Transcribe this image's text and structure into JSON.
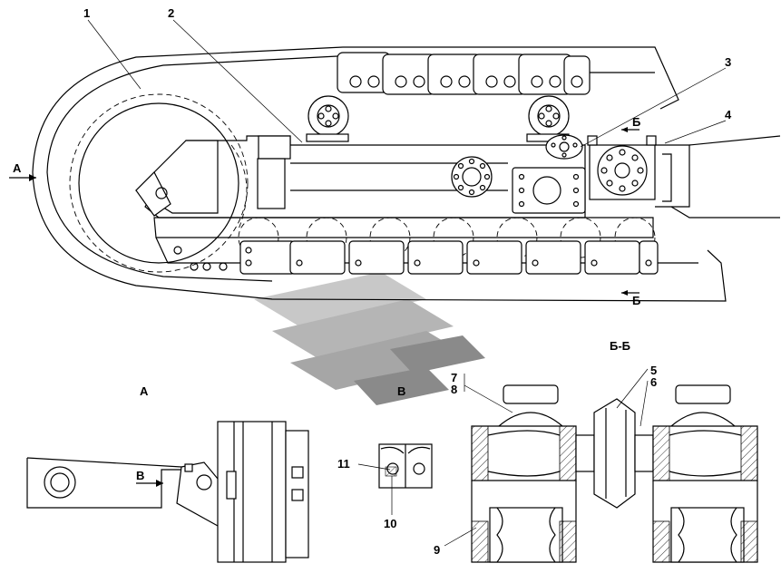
{
  "callouts": {
    "c1": "1",
    "c2": "2",
    "c3": "3",
    "c4": "4",
    "c5": "5",
    "c6": "6",
    "c7": "7",
    "c8": "8",
    "c9": "9",
    "c10": "10",
    "c11": "11"
  },
  "view_labels": {
    "view_a_arrow": "A",
    "view_a_title": "A",
    "view_v_arrow": "В",
    "view_v_title": "В",
    "section_b_top": "Б",
    "section_b_bottom": "Б",
    "section_bb_title": "Б-Б"
  },
  "watermark": {
    "color_dark": "#8a8a8a",
    "color_light": "#c8c8c8"
  }
}
